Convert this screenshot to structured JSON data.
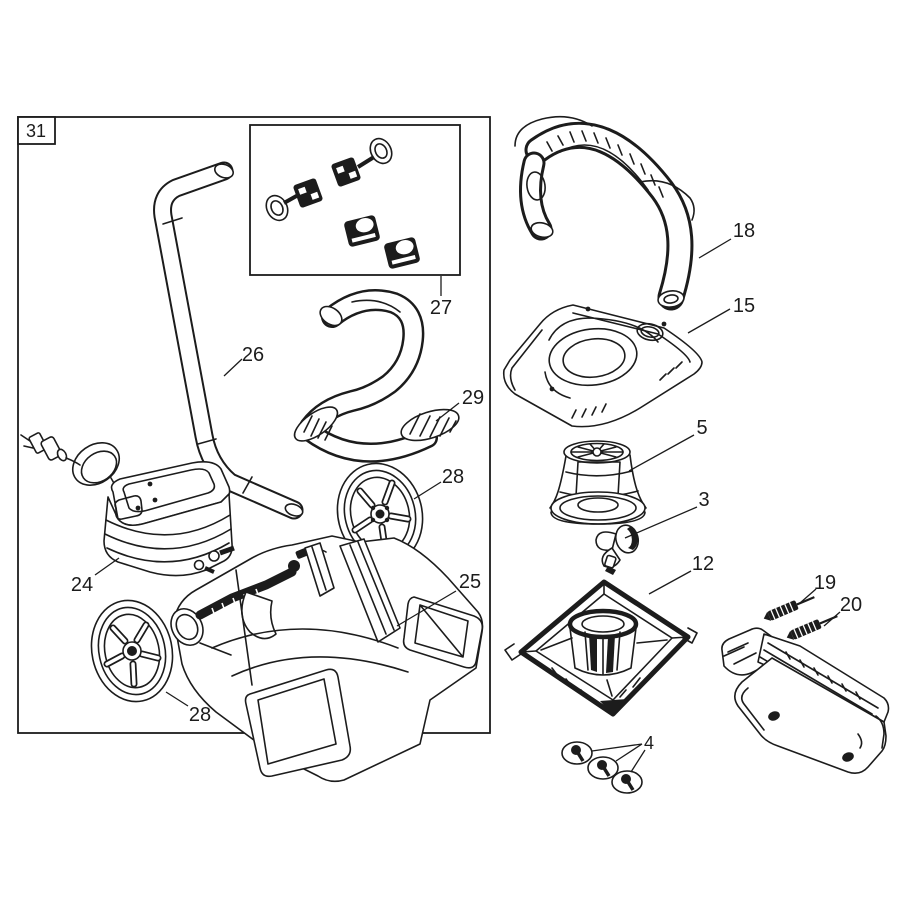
{
  "diagram": {
    "colors": {
      "background": "#ffffff",
      "line": "#1c1c1c"
    },
    "callouts": {
      "frame_box": "31",
      "hardware_inset": "27",
      "handle_tube": "26",
      "holder_hook": "29",
      "wheel_upper": "28",
      "wheel_lower": "28",
      "pump_unit": "24",
      "chassis_base": "25",
      "carry_handle": "18",
      "cover_plate": "15",
      "filter_cage": "5",
      "impeller": "3",
      "basket": "12",
      "screw_upper": "19",
      "screw_lower": "20",
      "screw_set": "4"
    }
  }
}
